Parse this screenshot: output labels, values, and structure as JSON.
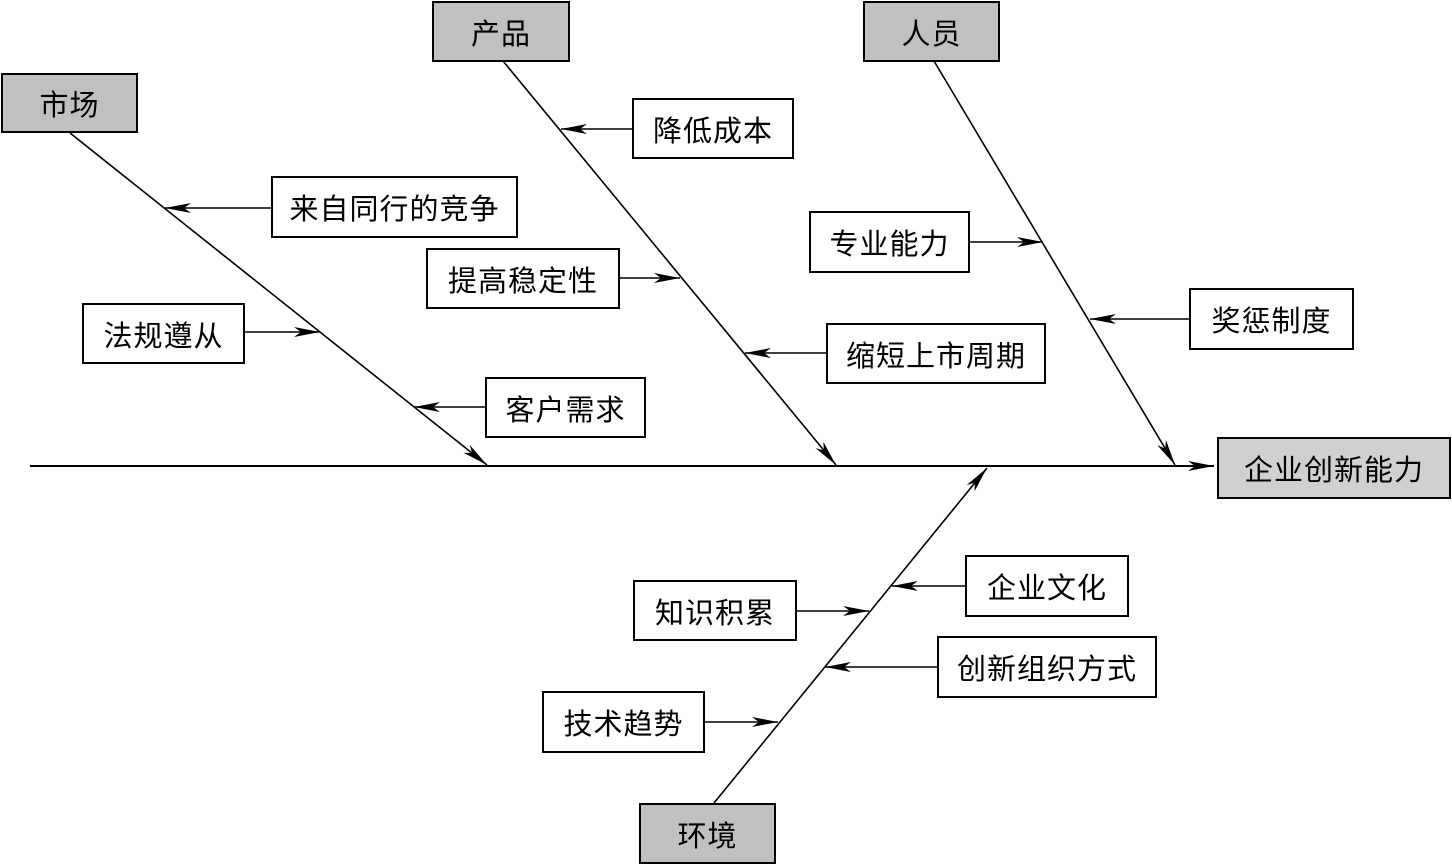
{
  "effect": "企业创新能力",
  "categories": {
    "market": "市场",
    "product": "产品",
    "people": "人员",
    "environment": "环境"
  },
  "causes": {
    "market": [
      "来自同行的竞争",
      "法规遵从",
      "客户需求"
    ],
    "product": [
      "降低成本",
      "提高稳定性",
      "缩短上市周期"
    ],
    "people": [
      "专业能力",
      "奖惩制度"
    ],
    "environment": [
      "企业文化",
      "知识积累",
      "创新组织方式",
      "技术趋势"
    ]
  },
  "colors": {
    "category_fill": "#c0c0c0",
    "effect_fill": "#d0d0d0",
    "cause_fill": "#ffffff",
    "line": "#000000"
  }
}
